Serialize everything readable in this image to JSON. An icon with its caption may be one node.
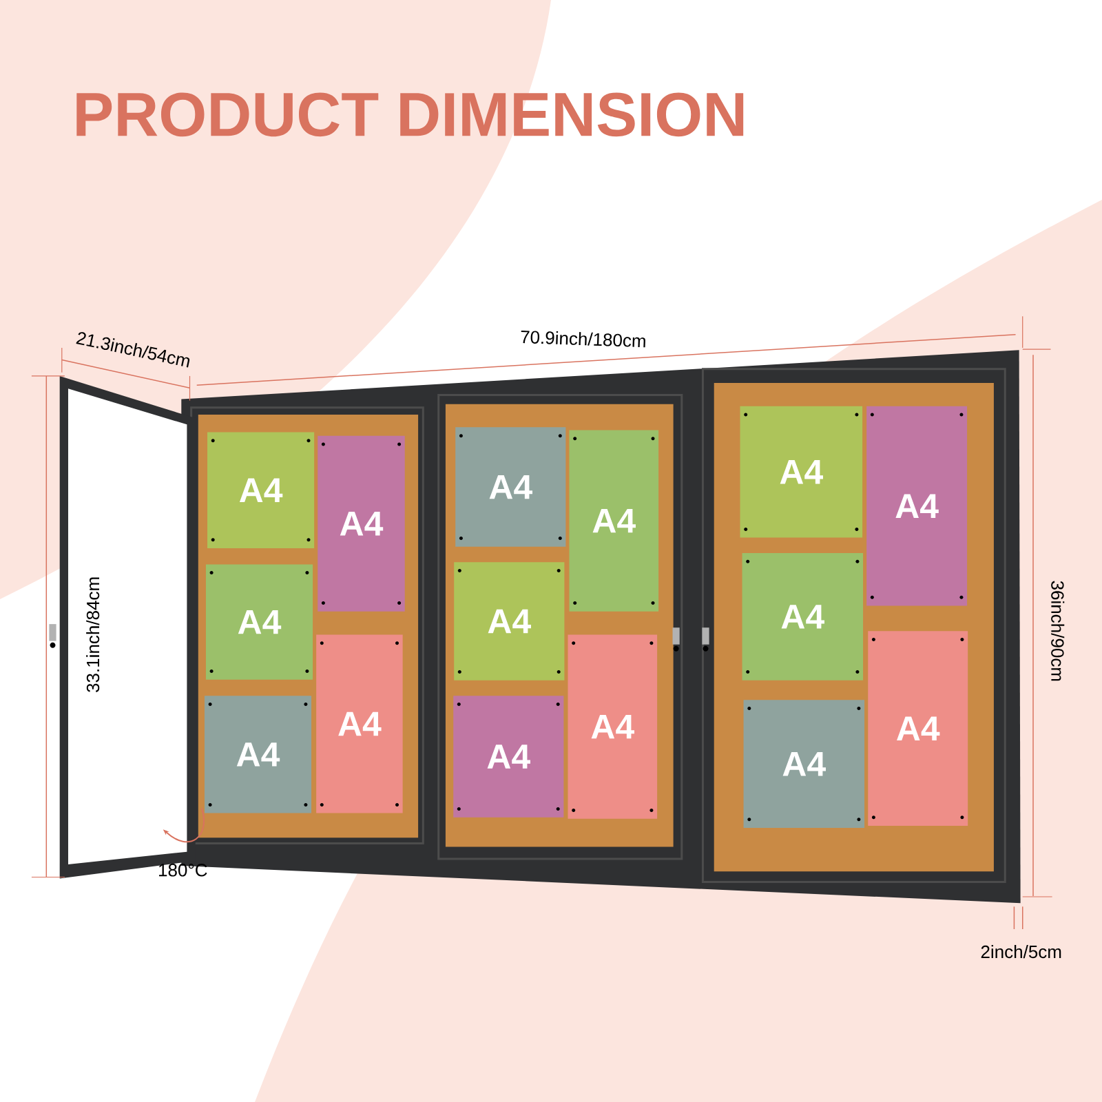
{
  "diagram": {
    "title": "PRODUCT DIMENSION",
    "nodes": [
      {
        "text": [
          "A4"
        ]
      },
      {
        "text": [
          "A4"
        ]
      },
      {
        "text": [
          "A4"
        ]
      },
      {
        "text": [
          "A4"
        ]
      },
      {
        "text": [
          "A4"
        ]
      },
      {
        "text": [
          "A4"
        ]
      },
      {
        "text": [
          "A4"
        ]
      },
      {
        "text": [
          "A4"
        ]
      },
      {
        "text": [
          "A4"
        ]
      },
      {
        "text": [
          "A4"
        ]
      },
      {
        "text": [
          "A4"
        ]
      },
      {
        "text": [
          "A4"
        ]
      },
      {
        "text": [
          "A4"
        ]
      },
      {
        "text": [
          "A4"
        ]
      },
      {
        "text": [
          "A4"
        ]
      }
    ],
    "labels": [
      "21.3inch/54cm",
      "70.9inch/180cm",
      "33.1inch/84cm",
      "36inch/90cm",
      "2inch/5cm",
      "180°C"
    ]
  }
}
